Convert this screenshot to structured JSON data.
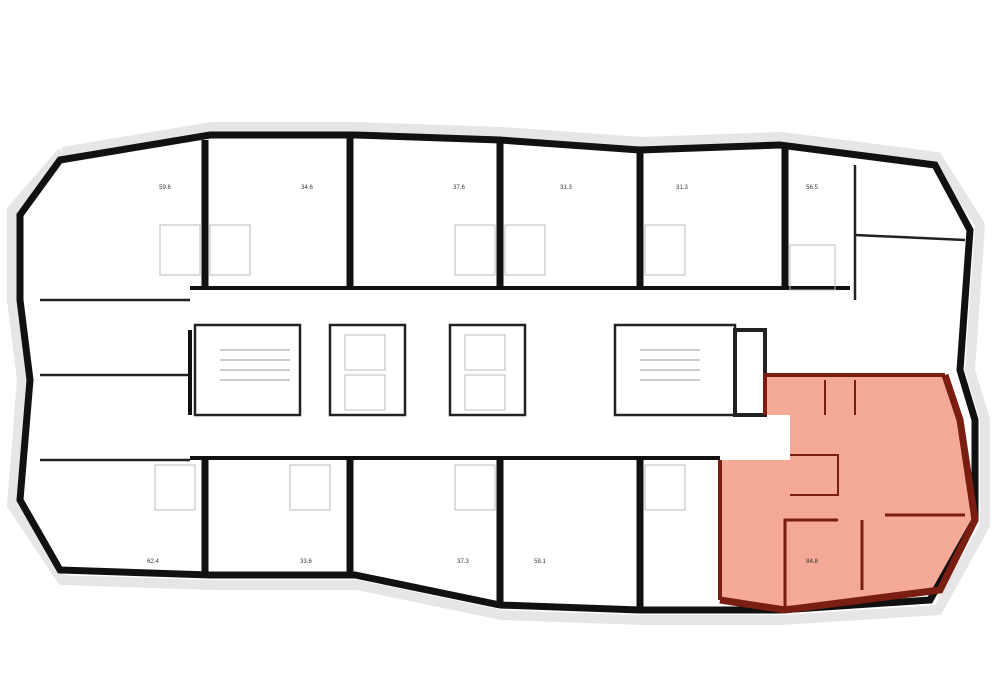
{
  "plan": {
    "highlight_color": "#f4a08c",
    "highlight_wall_color": "#7a1e12",
    "wall_color": "#111111",
    "selected_unit": "84.8",
    "units_top": [
      "59.6",
      "34.6",
      "37.6",
      "31.3",
      "31.3",
      "56.5"
    ],
    "units_bottom": [
      "62.4",
      "33.6",
      "37.3",
      "58.1",
      "84.8"
    ]
  }
}
